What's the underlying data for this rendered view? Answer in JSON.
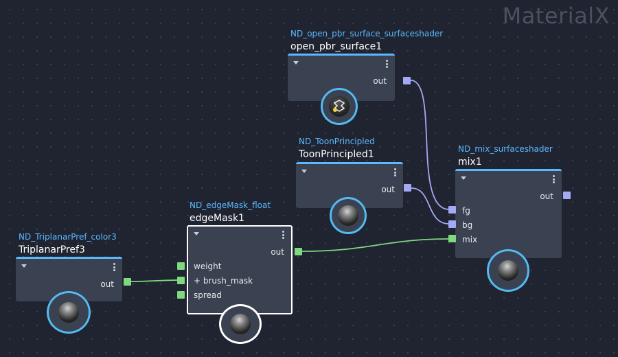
{
  "app": {
    "watermark": "MaterialX"
  },
  "colors": {
    "background": "#1f2430",
    "node_body": "#3a4150",
    "accent": "#5cb8ff",
    "port_float_color3": "#7fd97f",
    "port_surfaceshader": "#a3a9f5",
    "wire_green": "#7fd97f",
    "wire_blue": "#a3a9f5"
  },
  "nodes": {
    "open_pbr": {
      "type": "ND_open_pbr_surface_surfaceshader",
      "name": "open_pbr_surface1",
      "outputs": [
        "out"
      ],
      "preview_icon": "open-pbr-logo-icon"
    },
    "toon": {
      "type": "ND_ToonPrincipled",
      "name": "ToonPrincipled1",
      "outputs": [
        "out"
      ],
      "preview_icon": "sphere-preview-icon"
    },
    "mix": {
      "type": "ND_mix_surfaceshader",
      "name": "mix1",
      "outputs": [
        "out"
      ],
      "inputs": [
        "fg",
        "bg",
        "mix"
      ],
      "preview_icon": "sphere-preview-icon"
    },
    "edgemask": {
      "type": "ND_edgeMask_float",
      "name": "edgeMask1",
      "outputs": [
        "out"
      ],
      "inputs": [
        "weight",
        "+ brush_mask",
        "spread"
      ],
      "selected": true,
      "preview_icon": "sphere-preview-icon"
    },
    "triplanar": {
      "type": "ND_TriplanarPref_color3",
      "name": "TriplanarPref3",
      "outputs": [
        "out"
      ],
      "preview_icon": "sphere-preview-icon"
    }
  },
  "connections": [
    {
      "from": "TriplanarPref3.out",
      "to": "edgeMask1.brush_mask"
    },
    {
      "from": "edgeMask1.out",
      "to": "mix1.mix"
    },
    {
      "from": "open_pbr_surface1.out",
      "to": "mix1.fg"
    },
    {
      "from": "ToonPrincipled1.out",
      "to": "mix1.bg"
    }
  ]
}
